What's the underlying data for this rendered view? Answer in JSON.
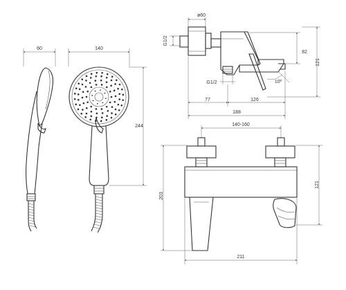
{
  "dimensions": {
    "shower_head_depth": "60",
    "shower_head_width": "140",
    "shower_length": "244",
    "wall_connection_diameter": "ø60",
    "wall_thread_top": "G1/2",
    "hose_thread": "G1/2",
    "height_top_view": "82",
    "height_front_top": "121",
    "spout_angle": "10º",
    "eccentric_depth": "77",
    "spout_reach": "126",
    "total_depth": "188",
    "center_distance": "140-160",
    "body_height": "203",
    "height_front_view": "121",
    "total_width": "211"
  }
}
